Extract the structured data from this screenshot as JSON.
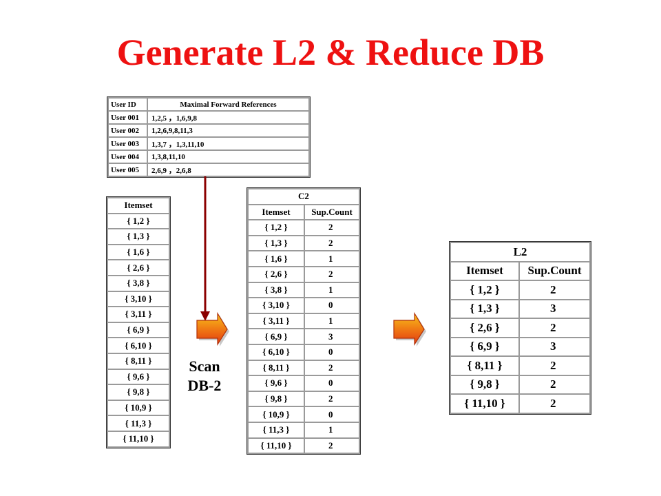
{
  "title": "Generate L2 & Reduce DB",
  "colors": {
    "title": "#ee1111",
    "accent": "#8b0000",
    "arrow_top": "#f5b000",
    "arrow_bottom": "#e53d10"
  },
  "user_table": {
    "headers": [
      "User ID",
      "Maximal Forward References"
    ],
    "rows": [
      {
        "id": "User 001",
        "refs": "1,2,5 ，1,6,9,8"
      },
      {
        "id": "User 002",
        "refs": "1,2,6,9,8,11,3"
      },
      {
        "id": "User 003",
        "refs": "1,3,7 ，1,3,11,10"
      },
      {
        "id": "User 004",
        "refs": "1,3,8,11,10"
      },
      {
        "id": "User 005",
        "refs": "2,6,9 ，2,6,8"
      }
    ]
  },
  "candidates": {
    "header": "Itemset",
    "items": [
      "{ 1,2 }",
      "{ 1,3 }",
      "{ 1,6 }",
      "{ 2,6 }",
      "{ 3,8 }",
      "{ 3,10 }",
      "{ 3,11 }",
      "{ 6,9 }",
      "{ 6,10 }",
      "{ 8,11 }",
      "{ 9,6 }",
      "{ 9,8 }",
      "{ 10,9 }",
      "{ 11,3 }",
      "{ 11,10 }"
    ]
  },
  "c2": {
    "title": "C2",
    "headers": [
      "Itemset",
      "Sup.Count"
    ],
    "rows": [
      {
        "set": "{ 1,2 }",
        "count": "2"
      },
      {
        "set": "{ 1,3 }",
        "count": "2"
      },
      {
        "set": "{ 1,6 }",
        "count": "1"
      },
      {
        "set": "{ 2,6 }",
        "count": "2"
      },
      {
        "set": "{ 3,8 }",
        "count": "1"
      },
      {
        "set": "{ 3,10 }",
        "count": "0"
      },
      {
        "set": "{ 3,11 }",
        "count": "1"
      },
      {
        "set": "{ 6,9 }",
        "count": "3"
      },
      {
        "set": "{ 6,10 }",
        "count": "0"
      },
      {
        "set": "{ 8,11 }",
        "count": "2"
      },
      {
        "set": "{ 9,6 }",
        "count": "0"
      },
      {
        "set": "{ 9,8 }",
        "count": "2"
      },
      {
        "set": "{ 10,9 }",
        "count": "0"
      },
      {
        "set": "{ 11,3 }",
        "count": "1"
      },
      {
        "set": "{ 11,10 }",
        "count": "2"
      }
    ]
  },
  "l2": {
    "title": "L2",
    "headers": [
      "Itemset",
      "Sup.Count"
    ],
    "rows": [
      {
        "set": "{ 1,2 }",
        "count": "2"
      },
      {
        "set": "{ 1,3 }",
        "count": "3"
      },
      {
        "set": "{ 2,6 }",
        "count": "2"
      },
      {
        "set": "{ 6,9 }",
        "count": "3"
      },
      {
        "set": "{ 8,11 }",
        "count": "2"
      },
      {
        "set": "{ 9,8 }",
        "count": "2"
      },
      {
        "set": "{ 11,10 }",
        "count": "2"
      }
    ]
  },
  "scan_label": [
    "Scan",
    "DB-2"
  ]
}
